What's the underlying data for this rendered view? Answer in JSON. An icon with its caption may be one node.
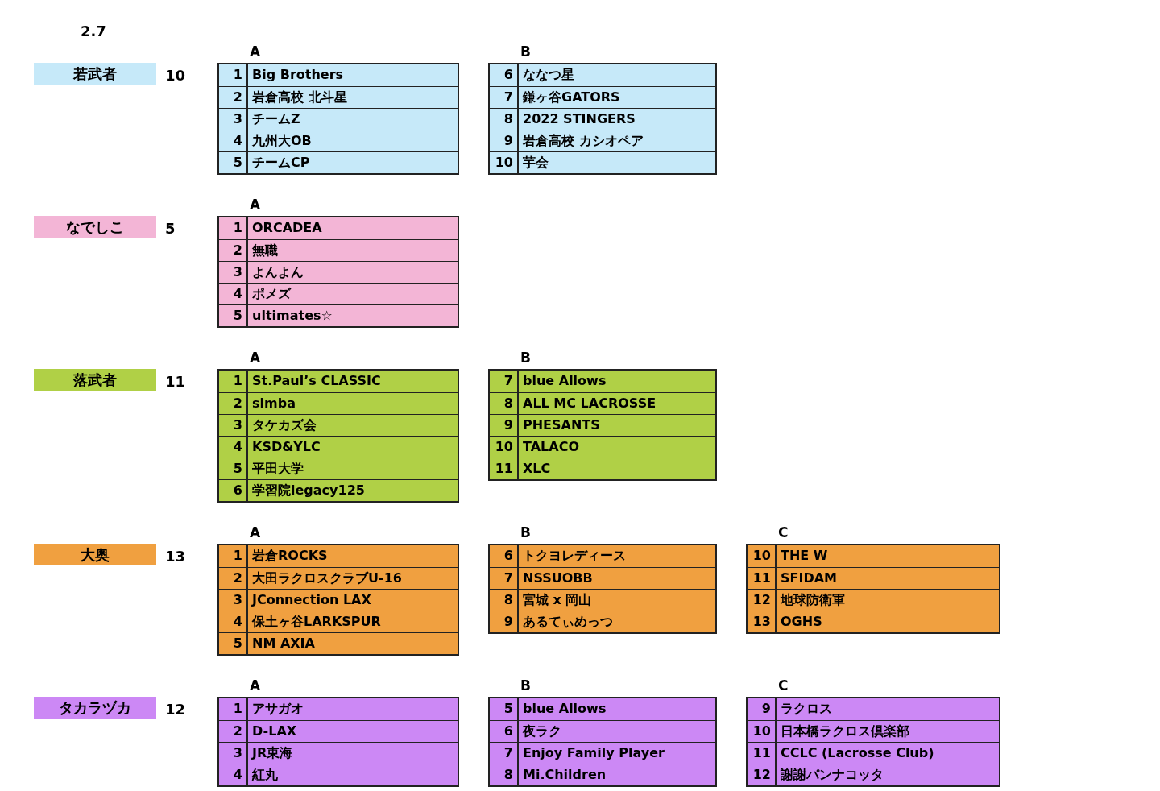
{
  "diagram": {
    "nodes": [
      {
        "text": [
          "若武者"
        ],
        "beside": [
          "10"
        ]
      },
      {
        "text": [
          "A",
          "1",
          "Big Brothers",
          "2",
          "岩倉高校 北斗星",
          "3",
          "チームZ",
          "4",
          "九州大OB",
          "5",
          "チームCP"
        ]
      },
      {
        "text": [
          "B",
          "6",
          "ななつ星",
          "7",
          "鎌ヶ谷GATORS",
          "8",
          "2022 STINGERS",
          "9",
          "岩倉高校 カシオペア",
          "10",
          "芋会"
        ]
      },
      {
        "text": [
          "なでしこ"
        ],
        "beside": [
          "5"
        ]
      },
      {
        "text": [
          "A",
          "1",
          "ORCADEA",
          "2",
          "無職",
          "3",
          "よんよん",
          "4",
          "ポメズ",
          "5",
          "ultimates☆"
        ]
      },
      {
        "text": [
          "落武者"
        ],
        "beside": [
          "11"
        ]
      },
      {
        "text": [
          "A",
          "1",
          "St.Paul’s CLASSIC",
          "2",
          "simba",
          "3",
          "タケカズ会",
          "4",
          "KSD&YLC",
          "5",
          "平田大学",
          "6",
          "学習院legacy125"
        ]
      },
      {
        "text": [
          "B",
          "7",
          "blue Allows",
          "8",
          "ALL MC LACROSSE",
          "9",
          "PHESANTS",
          "10",
          "TALACO",
          "11",
          "XLC"
        ]
      },
      {
        "text": [
          "大奥"
        ],
        "beside": [
          "13"
        ]
      },
      {
        "text": [
          "A",
          "1",
          "岩倉ROCKS",
          "2",
          "大田ラクロスクラブU-16",
          "3",
          "JConnection LAX",
          "4",
          "保土ヶ谷LARKSPUR",
          "5",
          "NM AXIA"
        ]
      },
      {
        "text": [
          "B",
          "6",
          "トクヨレディース",
          "7",
          "NSSUOBB",
          "8",
          "宮城 x 岡山",
          "9",
          "あるてぃめっつ"
        ]
      },
      {
        "text": [
          "C",
          "10",
          "THE W",
          "11",
          "SFIDAM",
          "12",
          "地球防衛軍",
          "13",
          "OGHS"
        ]
      },
      {
        "text": [
          "タカラヅカ"
        ],
        "beside": [
          "12"
        ]
      },
      {
        "text": [
          "A",
          "1",
          "アサガオ",
          "2",
          "D-LAX",
          "3",
          "JR東海",
          "4",
          "紅丸"
        ]
      },
      {
        "text": [
          "B",
          "5",
          "blue Allows",
          "6",
          "夜ラク",
          "7",
          "Enjoy Family Player",
          "8",
          "Mi.Children"
        ]
      },
      {
        "text": [
          "C",
          "9",
          "ラクロス",
          "10",
          "日本橋ラクロス倶楽部",
          "11",
          "CCLC (Lacrosse Club)",
          "12",
          "謝謝パンナコッタ"
        ]
      }
    ],
    "labels": [
      "2.7"
    ]
  }
}
